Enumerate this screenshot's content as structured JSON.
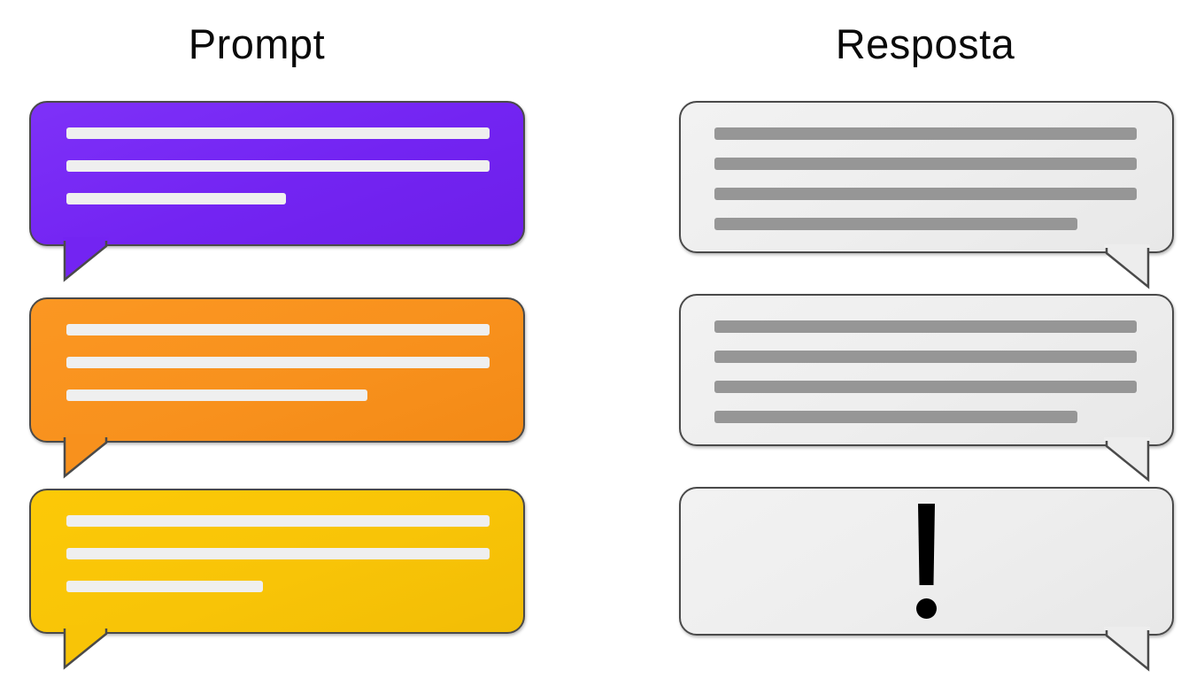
{
  "columns": {
    "left": {
      "title": "Prompt"
    },
    "right": {
      "title": "Resposta"
    }
  },
  "colors": {
    "purple": "#7324F2",
    "orange": "#F8911D",
    "yellow": "#F8C407",
    "grey_bubble": "#EEEEEE",
    "grey_line": "#969696",
    "light_line": "#EFEFEF",
    "outline": "#4A4A4A",
    "background": "#FFFFFF",
    "exclamation": "#000000"
  },
  "prompts": [
    {
      "id": "prompt-1",
      "name": "purple-prompt-bubble",
      "fill": "purple",
      "tail_side": "left",
      "lines": [
        {
          "width_pct": 100,
          "tone": "light"
        },
        {
          "width_pct": 100,
          "tone": "light"
        },
        {
          "width_pct": 52,
          "tone": "light"
        }
      ]
    },
    {
      "id": "prompt-2",
      "name": "orange-prompt-bubble",
      "fill": "orange",
      "tail_side": "left",
      "lines": [
        {
          "width_pct": 100,
          "tone": "light"
        },
        {
          "width_pct": 100,
          "tone": "light"
        },
        {
          "width_pct": 71,
          "tone": "light"
        }
      ]
    },
    {
      "id": "prompt-3",
      "name": "yellow-prompt-bubble",
      "fill": "yellow",
      "tail_side": "left",
      "lines": [
        {
          "width_pct": 100,
          "tone": "light"
        },
        {
          "width_pct": 100,
          "tone": "light"
        },
        {
          "width_pct": 47,
          "tone": "light"
        }
      ]
    }
  ],
  "responses": [
    {
      "id": "response-1",
      "name": "grey-response-bubble-1",
      "fill": "grey",
      "tail_side": "right",
      "content": "lines",
      "lines": [
        {
          "width_pct": 100,
          "tone": "grey"
        },
        {
          "width_pct": 100,
          "tone": "grey"
        },
        {
          "width_pct": 100,
          "tone": "grey"
        },
        {
          "width_pct": 86,
          "tone": "grey"
        }
      ]
    },
    {
      "id": "response-2",
      "name": "grey-response-bubble-2",
      "fill": "grey",
      "tail_side": "right",
      "content": "lines",
      "lines": [
        {
          "width_pct": 100,
          "tone": "grey"
        },
        {
          "width_pct": 100,
          "tone": "grey"
        },
        {
          "width_pct": 100,
          "tone": "grey"
        },
        {
          "width_pct": 86,
          "tone": "grey"
        }
      ]
    },
    {
      "id": "response-3",
      "name": "grey-response-bubble-error",
      "fill": "grey",
      "tail_side": "right",
      "content": "exclamation",
      "symbol": "!",
      "lines": []
    }
  ]
}
